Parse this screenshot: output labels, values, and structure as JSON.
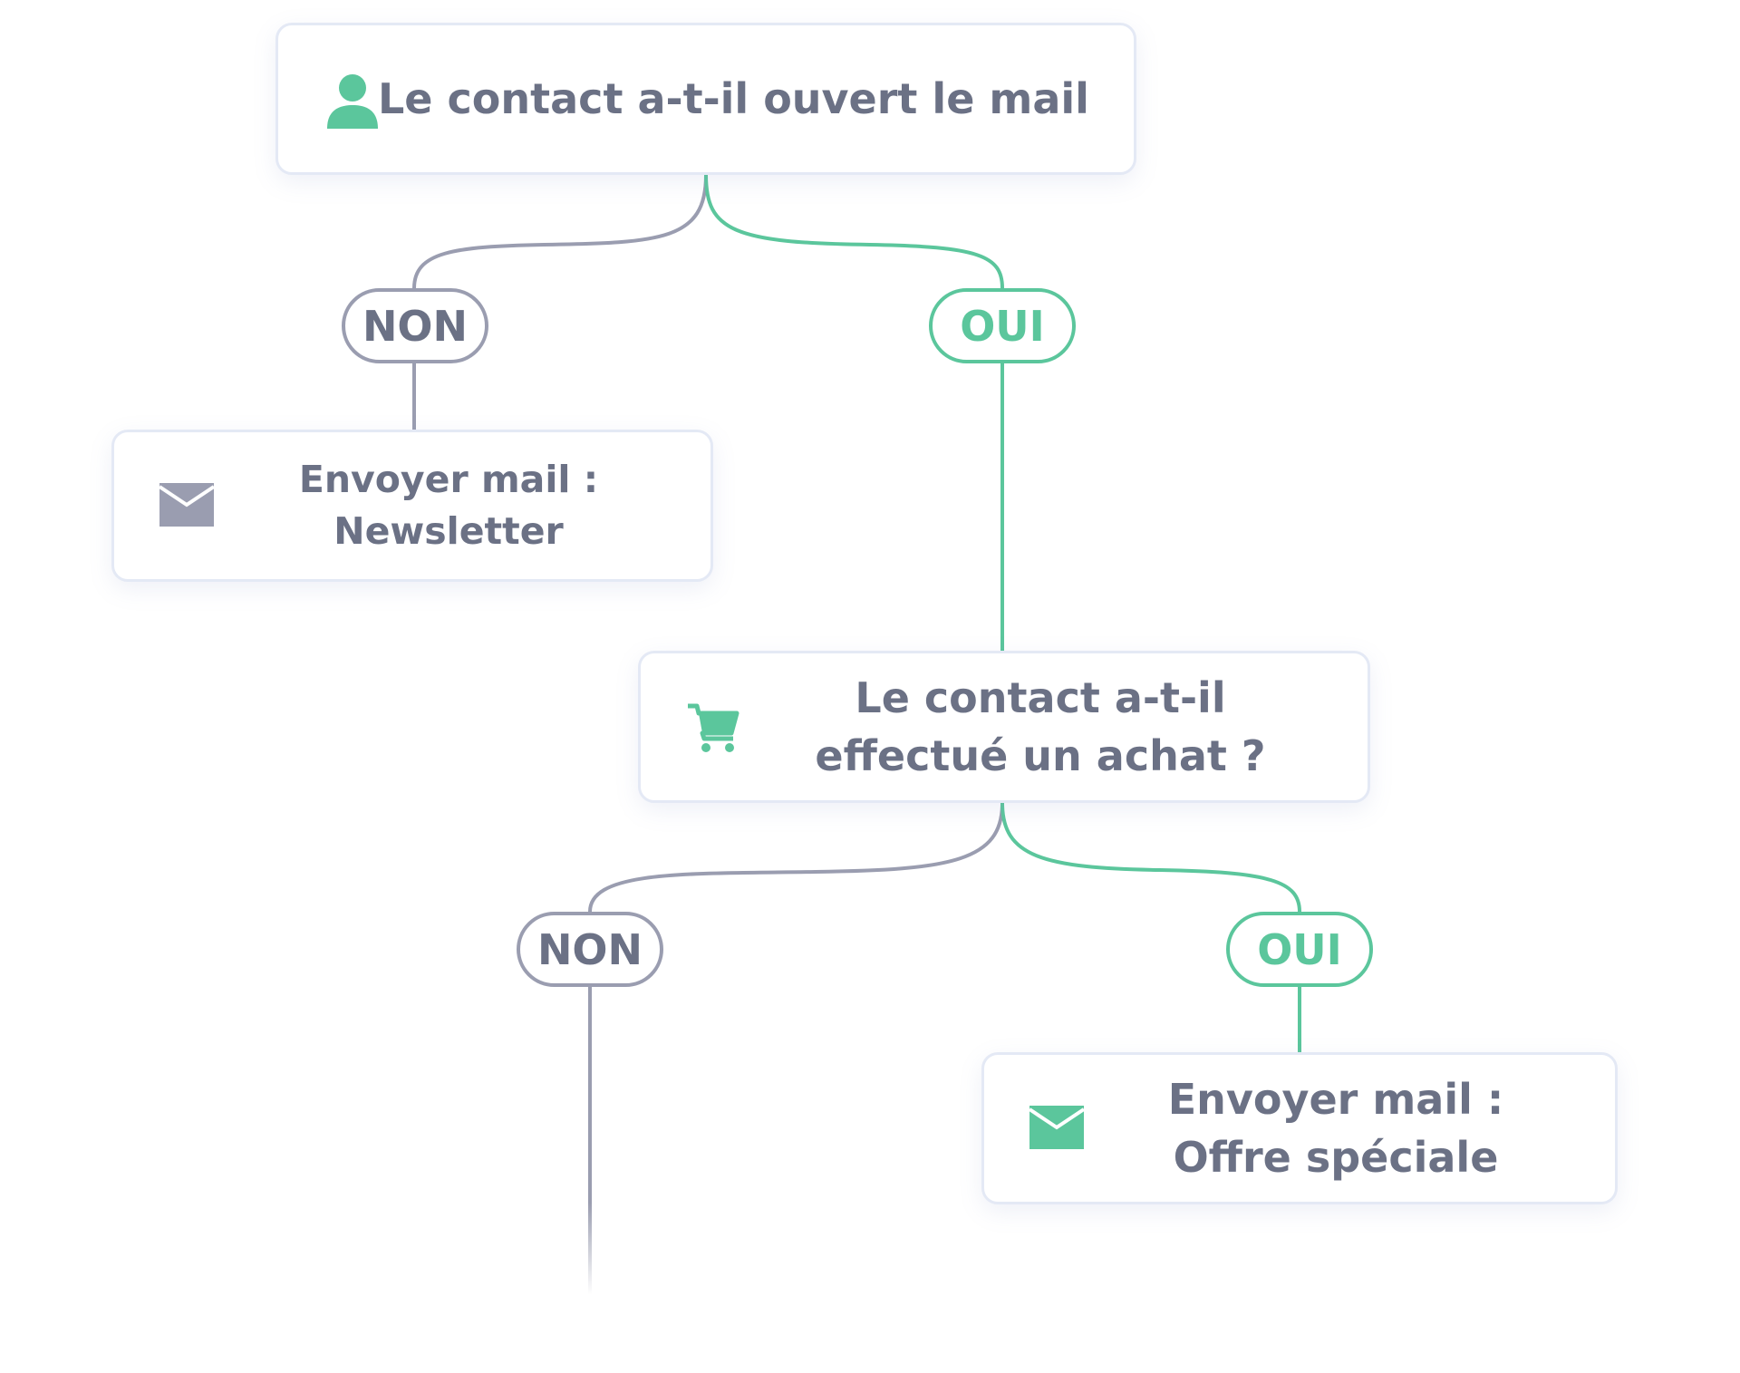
{
  "colors": {
    "positive": "#5bc69c",
    "negative": "#9a9db0",
    "text": "#6b7185",
    "node_border": "#e4e9f5"
  },
  "nodes": {
    "question_1": {
      "icon": "user-icon",
      "lines": [
        "Le contact a-t-il ouvert le mail"
      ]
    },
    "action_1": {
      "icon": "mail-icon",
      "lines": [
        "Envoyer mail :",
        "Newsletter"
      ]
    },
    "question_2": {
      "icon": "cart-icon",
      "lines": [
        "Le contact a-t-il",
        "effectué un achat ?"
      ]
    },
    "action_2": {
      "icon": "mail-icon",
      "lines": [
        "Envoyer mail :",
        "Offre spéciale"
      ]
    }
  },
  "branches": {
    "no_1": "NON",
    "yes_1": "OUI",
    "no_2": "NON",
    "yes_2": "OUI"
  }
}
